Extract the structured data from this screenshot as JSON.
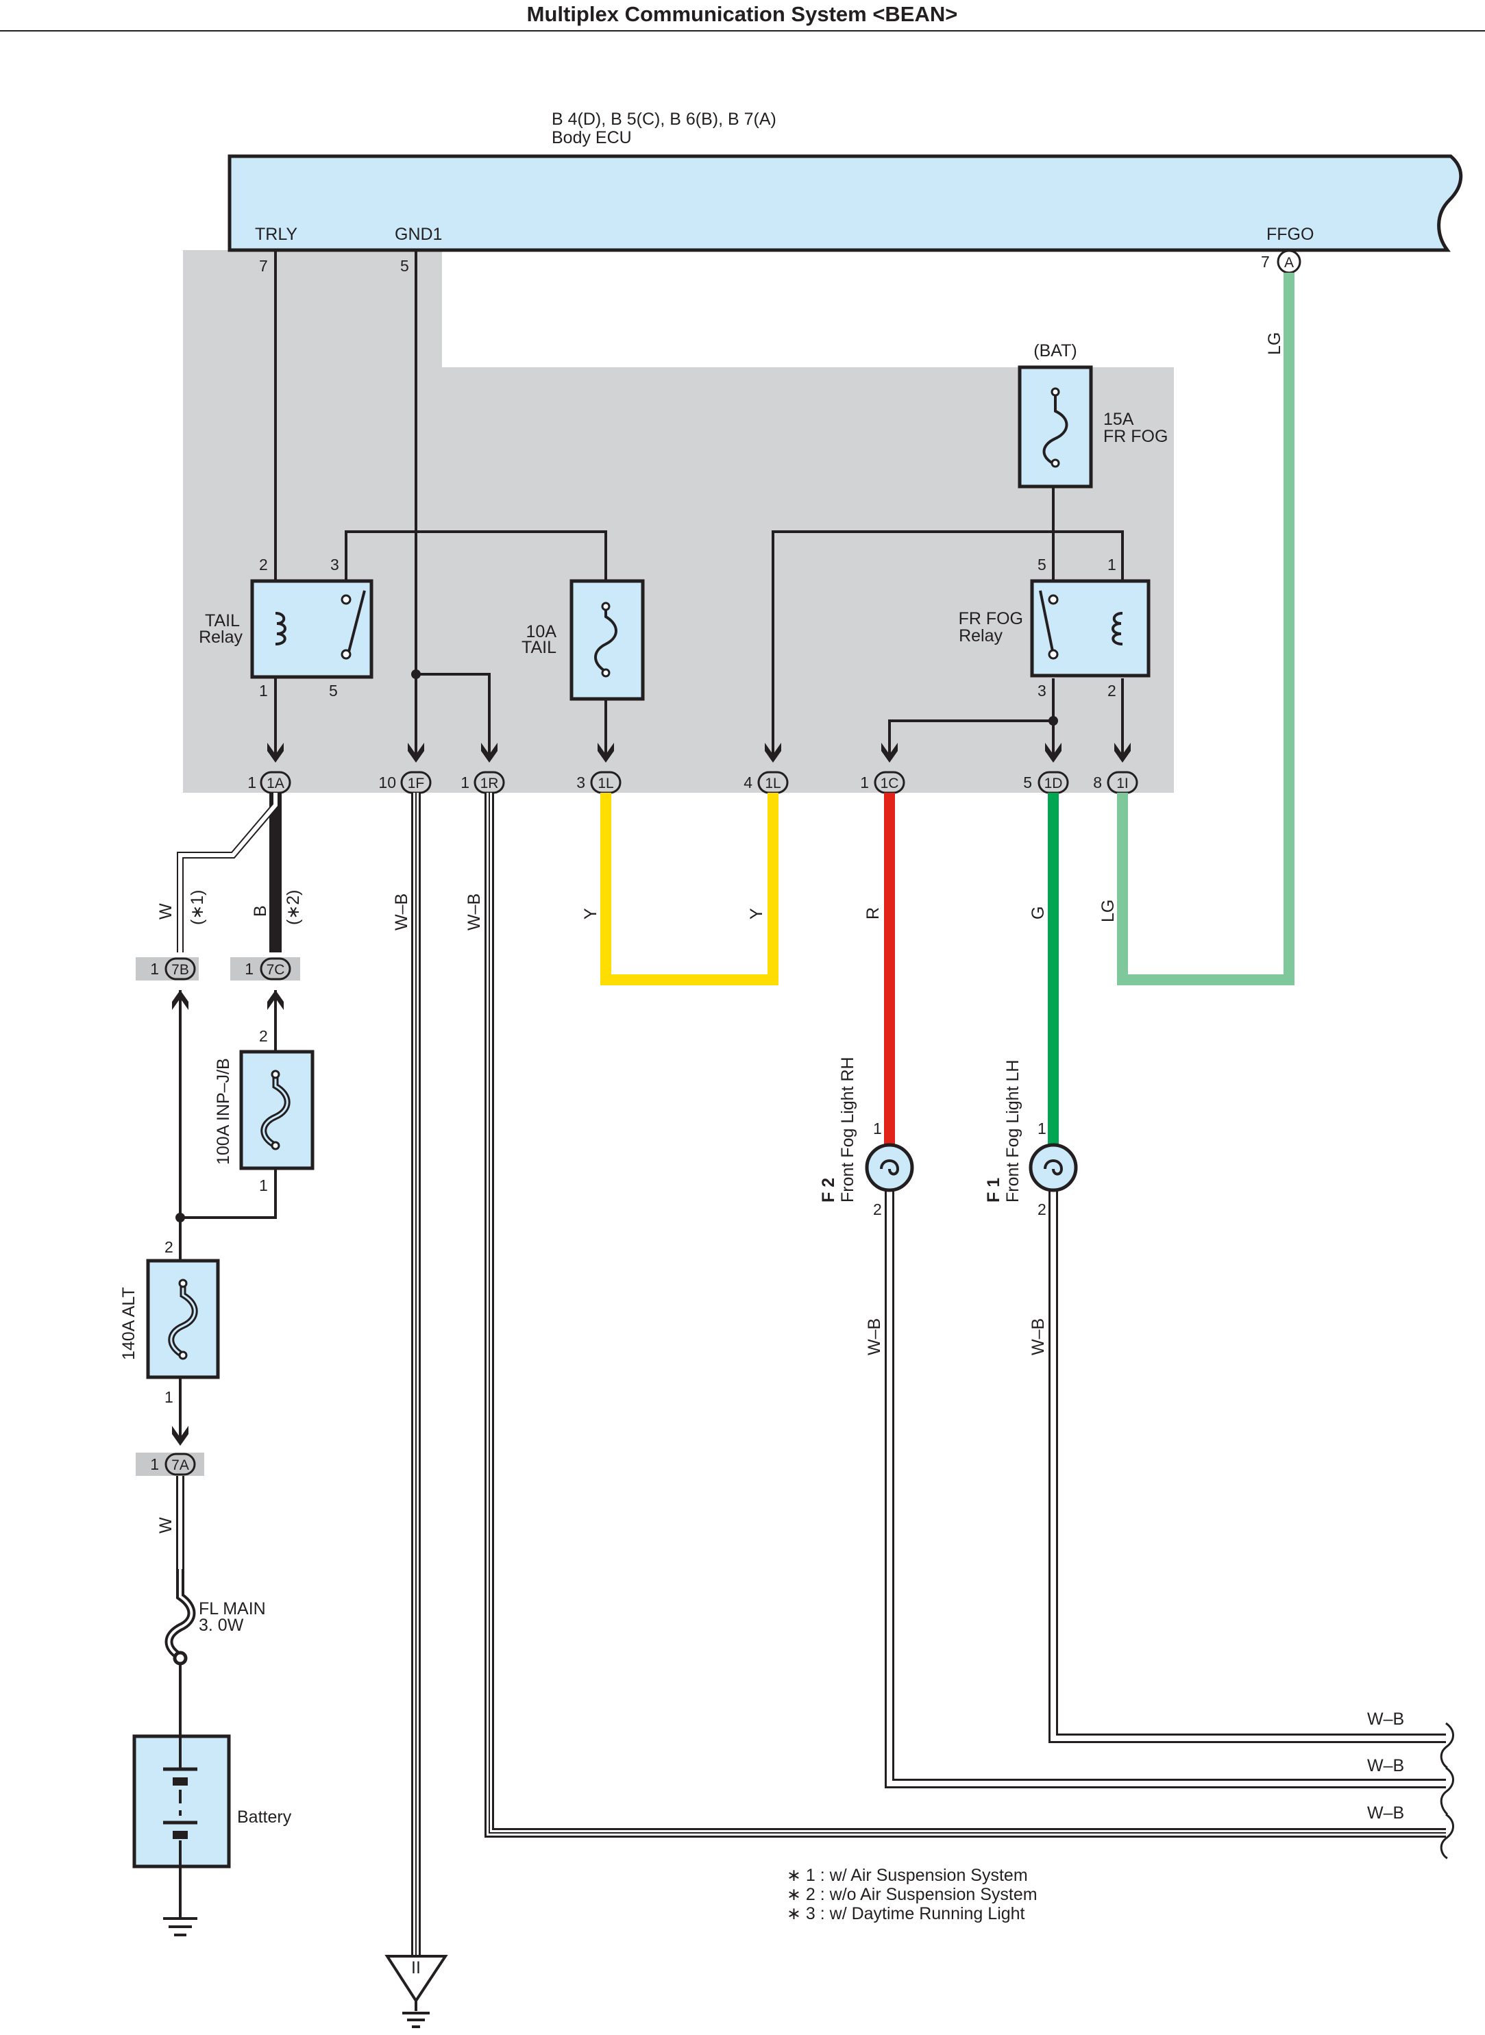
{
  "title": "Multiplex Communication System <BEAN>",
  "ecu": {
    "connectors": "B 4(D), B 5(C), B 6(B), B 7(A)",
    "name": "Body ECU",
    "pins": {
      "trly": {
        "name": "TRLY",
        "num": "7"
      },
      "gnd1": {
        "name": "GND1",
        "num": "5"
      },
      "ffgo": {
        "name": "FFGO",
        "num": "7",
        "conn": "A"
      }
    }
  },
  "components": {
    "bat": "(BAT)",
    "fuse_frfog": {
      "rating": "15A",
      "name": "FR FOG"
    },
    "tail_relay": {
      "line1": "TAIL",
      "line2": "Relay",
      "p2": "2",
      "p3": "3",
      "p1": "1",
      "p5": "5"
    },
    "fuse_tail": {
      "rating": "10A",
      "name": "TAIL"
    },
    "frfog_relay": {
      "line1": "FR FOG",
      "line2": "Relay",
      "p5": "5",
      "p1": "1",
      "p3": "3",
      "p2": "2"
    },
    "fuse_inp": {
      "label": "100A INP–J/B",
      "p2": "2",
      "p1": "1"
    },
    "fuse_alt": {
      "label": "140A ALT",
      "p2": "2",
      "p1": "1"
    },
    "fl_main": {
      "line1": "FL MAIN",
      "line2": "3. 0W"
    },
    "battery": "Battery",
    "fog_rh": {
      "code": "F 2",
      "name": "Front Fog Light RH",
      "p1": "1",
      "p2": "2"
    },
    "fog_lh": {
      "code": "F 1",
      "name": "Front Fog Light LH",
      "p1": "1",
      "p2": "2"
    }
  },
  "junction_connectors": [
    {
      "pin": "1",
      "id": "1A"
    },
    {
      "pin": "10",
      "id": "1F"
    },
    {
      "pin": "1",
      "id": "1R"
    },
    {
      "pin": "3",
      "id": "1L"
    },
    {
      "pin": "4",
      "id": "1L"
    },
    {
      "pin": "1",
      "id": "1C"
    },
    {
      "pin": "5",
      "id": "1D"
    },
    {
      "pin": "8",
      "id": "1I"
    }
  ],
  "inline_connectors": [
    {
      "pin": "1",
      "id": "7B"
    },
    {
      "pin": "1",
      "id": "7C"
    },
    {
      "pin": "1",
      "id": "7A"
    }
  ],
  "wire_colors": {
    "lg_ecu": "LG",
    "w_1": "W",
    "b_2": "B",
    "note_1": "(∗1)",
    "note_2": "(∗2)",
    "wb_1f": "W–B",
    "wb_1r": "W–B",
    "y_left": "Y",
    "y_right": "Y",
    "r": "R",
    "g": "G",
    "lg_1i": "LG",
    "wb_rh": "W–B",
    "wb_lh": "W–B",
    "w_7a": "W",
    "wb_e1": "W–B",
    "wb_e2": "W–B",
    "wb_e3": "W–B"
  },
  "ground_mark": "II",
  "notes": [
    "∗ 1 : w/ Air Suspension System",
    "∗ 2 : w/o Air Suspension System",
    "∗ 3 : w/ Daytime Running Light"
  ],
  "colors": {
    "ecu_fill": "#cce9f9",
    "jb_fill": "#d1d3d4",
    "tab_fill": "#c7c8ca",
    "wire_black": "#231f20",
    "wire_yellow": "#ffdd00",
    "wire_red": "#e2231a",
    "wire_green": "#00a651",
    "wire_lightgreen": "#7fc89b"
  }
}
